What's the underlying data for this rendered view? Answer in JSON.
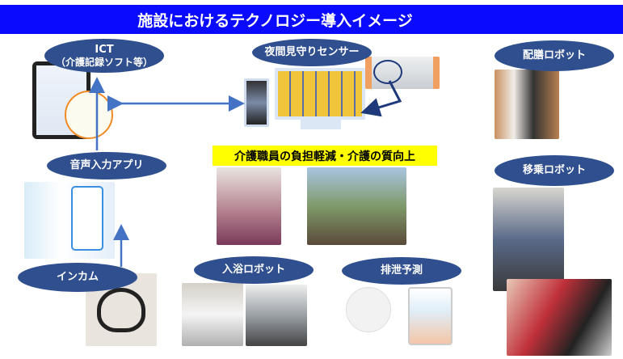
{
  "header": {
    "title": "施設におけるテクノロジー導入イメージ"
  },
  "labels": {
    "ict_line1": "ICT",
    "ict_line2": "（介護記録ソフト等）",
    "night_sensor": "夜間見守りセンサー",
    "meal_robot": "配膳ロボット",
    "transfer_robot": "移乗ロボット",
    "voice_app": "音声入力アプリ",
    "intercom": "インカム",
    "bath_robot": "入浴ロボット",
    "excretion": "排泄予測"
  },
  "center_message": "介護職員の負担軽減・介護の質向上",
  "colors": {
    "header": "#0a0aff",
    "ellipse": "#2f4f8f",
    "arrow": "#4472c4",
    "highlight": "#ffff00"
  }
}
